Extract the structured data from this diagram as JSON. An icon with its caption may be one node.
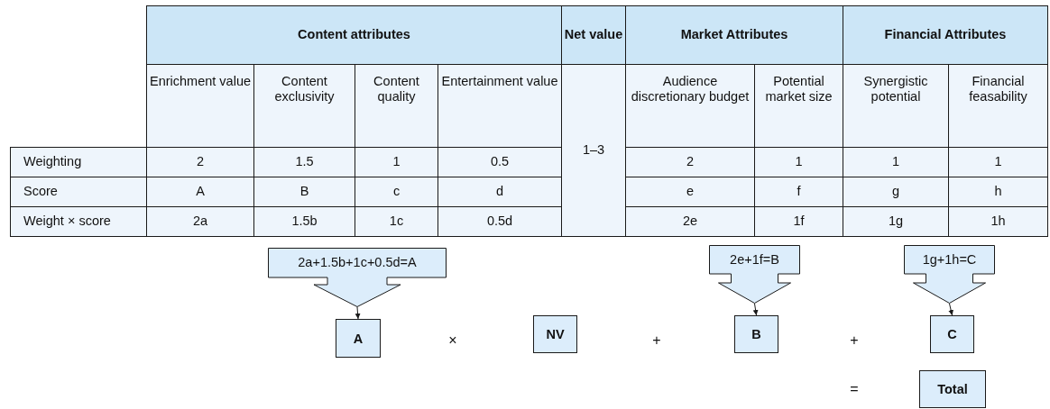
{
  "diagram": {
    "nodes": [
      {
        "text": [
          "2a+1.5b+1c+0.5d=A"
        ]
      },
      {
        "text": [
          "2e+1f=B"
        ]
      },
      {
        "text": [
          "1g+1h=C"
        ]
      },
      {
        "text": [
          "A"
        ]
      },
      {
        "text": [
          "NV"
        ]
      },
      {
        "text": [
          "B"
        ]
      },
      {
        "text": [
          "C"
        ]
      },
      {
        "text": [
          "Total"
        ]
      }
    ],
    "edges": [
      {
        "from": 0,
        "to": 3,
        "arrow": "to"
      },
      {
        "from": 1,
        "to": 5,
        "arrow": "to"
      },
      {
        "from": 2,
        "to": 6,
        "arrow": "to"
      }
    ],
    "labels": [
      "Content attributes",
      "Net value",
      "Market Attributes",
      "Financial Attributes",
      "Enrichment value",
      "Content exclusivity",
      "Content quality",
      "Entertainment value",
      "1–3",
      "Audience discretionary budget",
      "Potential market size",
      "Synergistic potential",
      "Financial feasability",
      "Weighting",
      "2",
      "1.5",
      "1",
      "0.5",
      "2",
      "1",
      "1",
      "1",
      "Score",
      "A",
      "B",
      "c",
      "d",
      "e",
      "f",
      "g",
      "h",
      "Weight × score",
      "2a",
      "1.5b",
      "1c",
      "0.5d",
      "2e",
      "1f",
      "1g",
      "1h",
      "×",
      "+",
      "+",
      "="
    ]
  }
}
